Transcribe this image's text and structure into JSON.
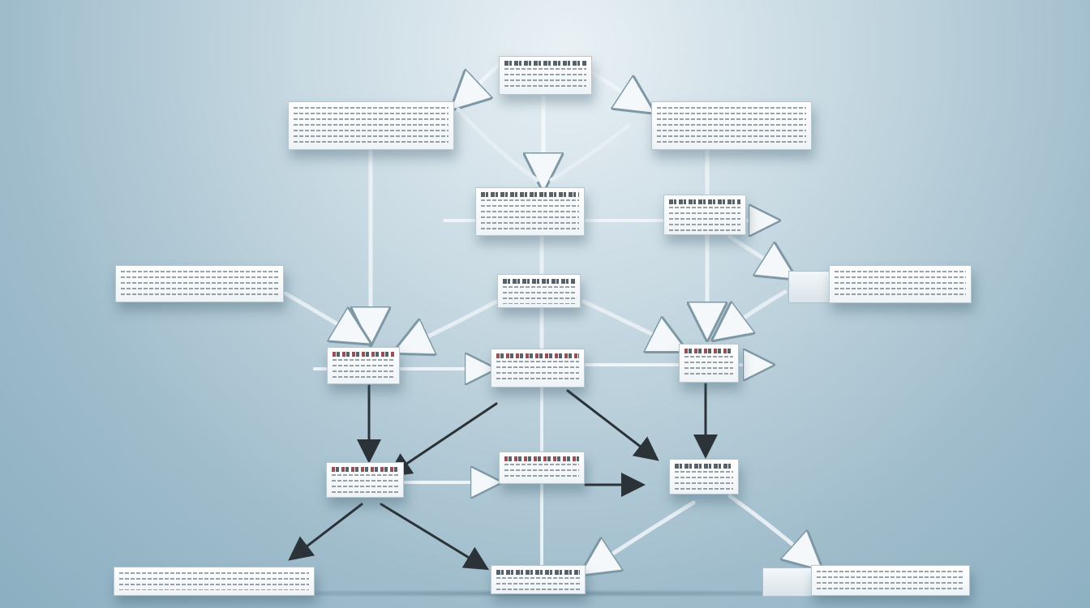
{
  "colors": {
    "background_light": "#e9f1f5",
    "background_dark": "#8bafc1",
    "box_fill": "#ffffff",
    "box_border": "#b6c6cf",
    "connector_glass": "#e8f0f4",
    "connector_dark": "#2b3238",
    "accent_red": "#8a2f35"
  },
  "diagram": {
    "type": "flowchart",
    "nodes": [
      {
        "id": "top",
        "title_style": "dark",
        "has_title": true
      },
      {
        "id": "upper-left",
        "title_style": "dark",
        "has_title": false
      },
      {
        "id": "upper-right",
        "title_style": "dark",
        "has_title": false
      },
      {
        "id": "center-upper",
        "title_style": "dark",
        "has_title": true
      },
      {
        "id": "right-upper",
        "title_style": "dark",
        "has_title": true
      },
      {
        "id": "far-left",
        "title_style": "dark",
        "has_title": false
      },
      {
        "id": "far-right",
        "title_style": "dark",
        "has_title": false
      },
      {
        "id": "center-mid",
        "title_style": "dark",
        "has_title": true
      },
      {
        "id": "left-mid",
        "title_style": "red",
        "has_title": true
      },
      {
        "id": "center-lower",
        "title_style": "red",
        "has_title": true
      },
      {
        "id": "right-mid",
        "title_style": "red",
        "has_title": true
      },
      {
        "id": "left-lower",
        "title_style": "red",
        "has_title": true
      },
      {
        "id": "center-bottom-mid",
        "title_style": "red",
        "has_title": true
      },
      {
        "id": "right-lower",
        "title_style": "dark",
        "has_title": true
      },
      {
        "id": "bottom-left",
        "title_style": "dark",
        "has_title": false
      },
      {
        "id": "bottom-center",
        "title_style": "dark",
        "has_title": true
      },
      {
        "id": "bottom-right",
        "title_style": "dark",
        "has_title": false
      }
    ],
    "edges": [
      {
        "from": "top",
        "to": "center-upper",
        "style": "glass"
      },
      {
        "from": "top",
        "to": "upper-left",
        "style": "glass"
      },
      {
        "from": "top",
        "to": "upper-right",
        "style": "glass"
      },
      {
        "from": "upper-left",
        "to": "left-mid",
        "style": "glass"
      },
      {
        "from": "upper-right",
        "to": "right-mid",
        "style": "glass"
      },
      {
        "from": "center-upper",
        "to": "right-upper",
        "style": "glass"
      },
      {
        "from": "center-upper",
        "to": "center-mid",
        "style": "glass"
      },
      {
        "from": "center-mid",
        "to": "left-mid",
        "style": "glass"
      },
      {
        "from": "center-mid",
        "to": "right-mid",
        "style": "glass"
      },
      {
        "from": "far-left",
        "to": "left-mid",
        "style": "glass"
      },
      {
        "from": "far-right",
        "to": "right-mid",
        "style": "glass"
      },
      {
        "from": "left-mid",
        "to": "center-lower",
        "style": "glass"
      },
      {
        "from": "center-lower",
        "to": "right-mid",
        "style": "glass"
      },
      {
        "from": "left-mid",
        "to": "left-lower",
        "style": "dark"
      },
      {
        "from": "center-lower",
        "to": "left-lower",
        "style": "dark"
      },
      {
        "from": "center-lower",
        "to": "right-lower",
        "style": "dark"
      },
      {
        "from": "right-mid",
        "to": "right-lower",
        "style": "dark"
      },
      {
        "from": "left-lower",
        "to": "bottom-left",
        "style": "dark"
      },
      {
        "from": "left-lower",
        "to": "bottom-center",
        "style": "dark"
      },
      {
        "from": "right-lower",
        "to": "bottom-center",
        "style": "glass"
      },
      {
        "from": "right-lower",
        "to": "bottom-right",
        "style": "glass"
      },
      {
        "from": "center-bottom-mid",
        "to": "right-lower",
        "style": "dark"
      }
    ]
  }
}
